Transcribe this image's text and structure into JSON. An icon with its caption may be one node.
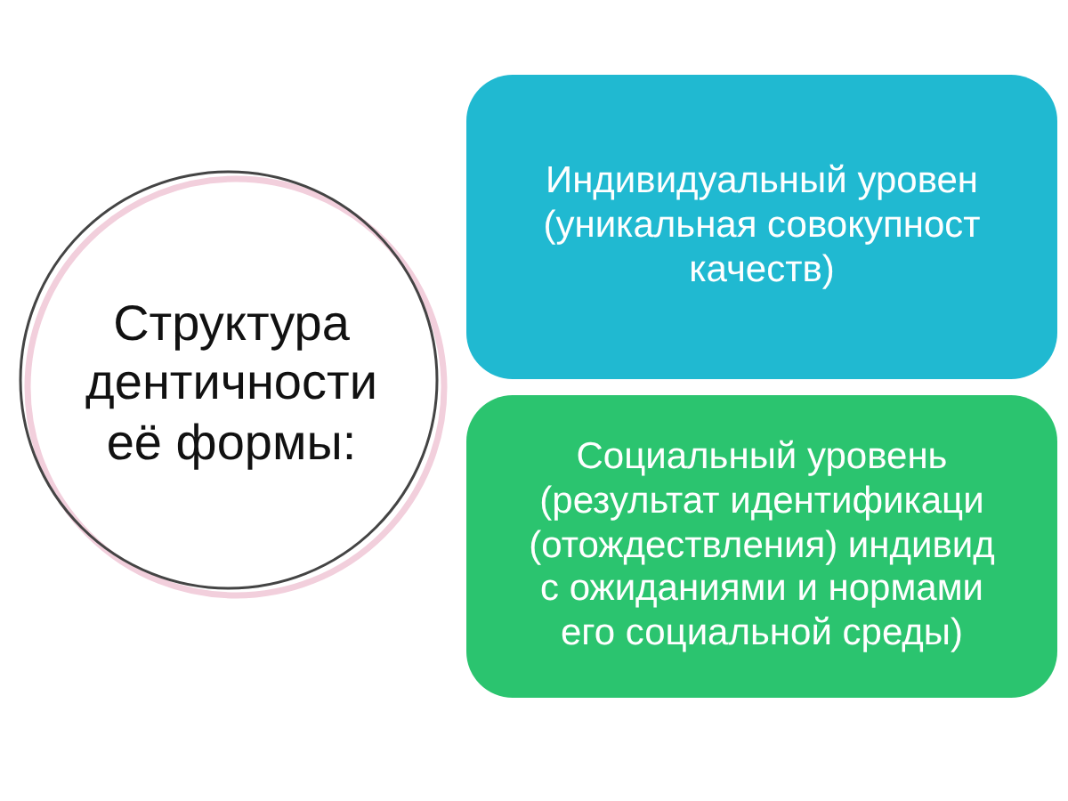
{
  "diagram": {
    "nodes": [
      {
        "text": [
          "Структура дентичности её формы:"
        ]
      },
      {
        "text": [
          "Индивидуальный уровен (уникальная совокупност качеств)"
        ]
      },
      {
        "text": [
          "Социальный уровень (результат идентификаци (отождествления) индивид с ожиданиями и нормами его социальной среды)"
        ]
      }
    ]
  }
}
